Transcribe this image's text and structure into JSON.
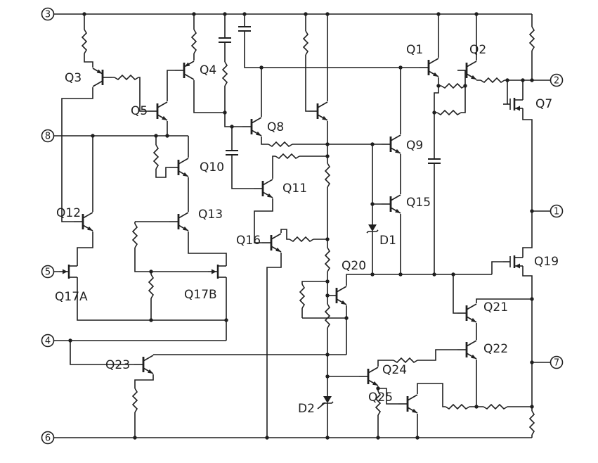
{
  "schematic": {
    "transistor_labels": {
      "q1": "Q1",
      "q2": "Q2",
      "q3": "Q3",
      "q4": "Q4",
      "q5": "Q5",
      "q7": "Q7",
      "q8": "Q8",
      "q9": "Q9",
      "q10": "Q10",
      "q11": "Q11",
      "q12": "Q12",
      "q13": "Q13",
      "q15": "Q15",
      "q16": "Q16",
      "q17a": "Q17A",
      "q17b": "Q17B",
      "q19": "Q19",
      "q20": "Q20",
      "q21": "Q21",
      "q22": "Q22",
      "q23": "Q23",
      "q24": "Q24",
      "q25": "Q25"
    },
    "diode_labels": {
      "d1": "D1",
      "d2": "D2"
    },
    "pins": {
      "p1": "1",
      "p2": "2",
      "p3": "3",
      "p4": "4",
      "p5": "5",
      "p6": "6",
      "p7": "7",
      "p8": "8"
    },
    "colors": {
      "ink": "#1f1f1f",
      "background": "#ffffff"
    }
  }
}
